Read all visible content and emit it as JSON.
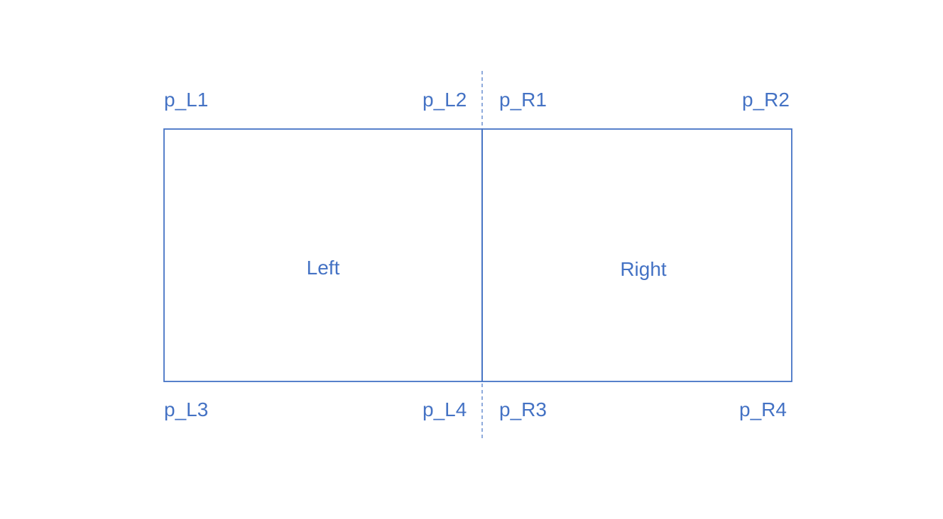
{
  "diagram": {
    "color": "#4472c4",
    "panels": {
      "left": "Left",
      "right": "Right"
    },
    "corners": {
      "l1": "p_L1",
      "l2": "p_L2",
      "r1": "p_R1",
      "r2": "p_R2",
      "l3": "p_L3",
      "l4": "p_L4",
      "r3": "p_R3",
      "r4": "p_R4"
    }
  }
}
